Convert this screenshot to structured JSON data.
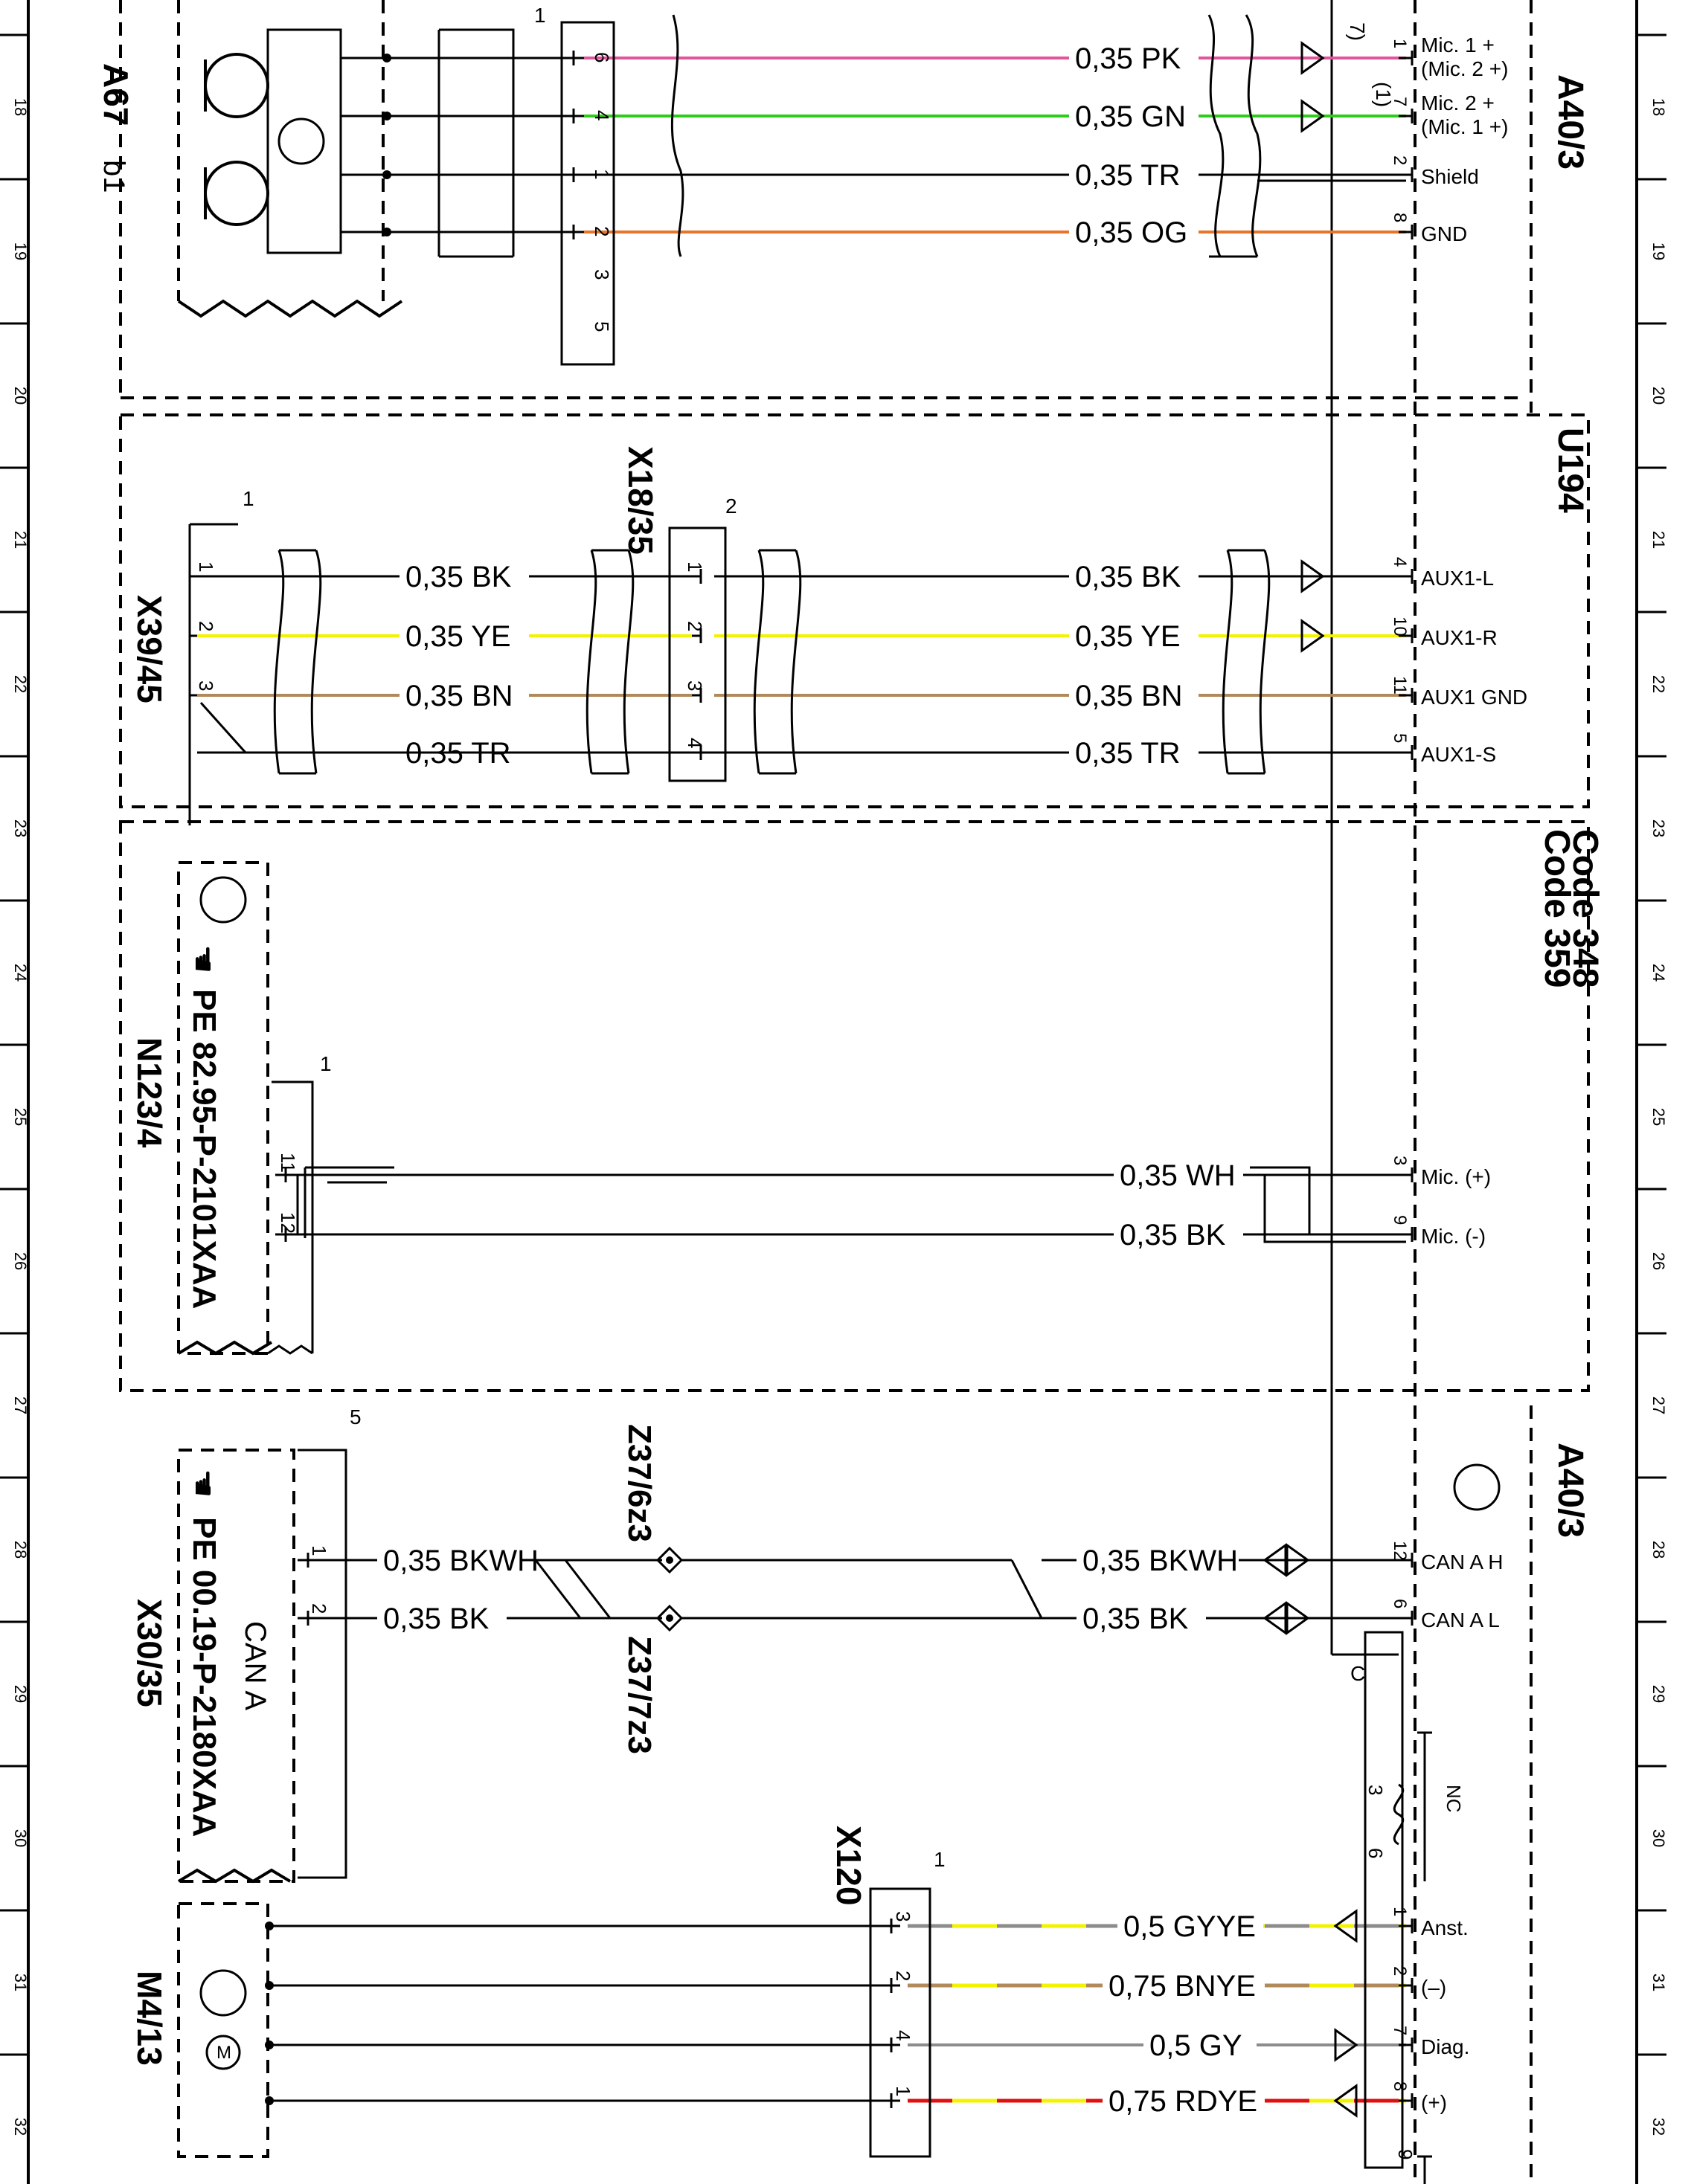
{
  "palette": {
    "ink": "#000000",
    "PK": "#e0559b",
    "GN": "#2ecc1a",
    "TR": "#000000",
    "OG": "#e8742a",
    "BK": "#000000",
    "YE": "#f3f300",
    "BN": "#b08a5a",
    "WH": "#000000",
    "GY": "#8c8c8c",
    "RD": "#e01010"
  },
  "rulers": {
    "numbers": [
      "18",
      "19",
      "20",
      "21",
      "22",
      "23",
      "24",
      "25",
      "26",
      "27",
      "28",
      "29",
      "30",
      "31",
      "32"
    ]
  },
  "sections": [
    {
      "key": "s1",
      "labels": [
        "A40/3"
      ]
    },
    {
      "key": "s2",
      "labels": [
        "U194"
      ]
    },
    {
      "key": "s3",
      "labels": [
        "Code 348",
        "Code 359"
      ]
    },
    {
      "key": "s4",
      "labels": [
        "A40/3"
      ]
    }
  ],
  "components": {
    "a67": {
      "label": "A67",
      "sub": "b1"
    },
    "x39": {
      "label": "X39/45",
      "conn": "1",
      "pins": [
        "1",
        "2",
        "3"
      ]
    },
    "x18": {
      "label": "X18/35",
      "conn": "2",
      "pins": [
        "1",
        "2",
        "3",
        "4"
      ]
    },
    "x1conn": {
      "conn": "1",
      "pins": [
        "6",
        "4",
        "1",
        "2",
        "3",
        "5"
      ]
    },
    "n123": {
      "label": "N123/4",
      "ref": "PE 82.95-P-2101XAA",
      "conn": "1",
      "pins": [
        "11",
        "12"
      ]
    },
    "x30": {
      "label": "X30/35",
      "ref": "PE 00.19-P-2180XAA",
      "bus": "CAN A",
      "conn": "5",
      "pins": [
        "1",
        "2"
      ]
    },
    "z37a": {
      "label": "Z37/6z3"
    },
    "z37b": {
      "label": "Z37/7z3"
    },
    "x120": {
      "label": "X120",
      "conn": "1",
      "pins": [
        "3",
        "2",
        "4",
        "1"
      ]
    },
    "m4": {
      "label": "M4/13"
    },
    "connC": {
      "conn": "C",
      "pins": [
        "3",
        "6"
      ],
      "nc": "NC"
    },
    "right_marks": [
      "7)",
      "(1)"
    ]
  },
  "wires": [
    {
      "id": "w-pk",
      "label": "0,35 PK",
      "colors": [
        "PK"
      ],
      "pin": "1",
      "term": "Mic. 1 +",
      "term2": "(Mic. 2 +)"
    },
    {
      "id": "w-gn",
      "label": "0,35 GN",
      "colors": [
        "GN"
      ],
      "pin": "7",
      "term": "Mic. 2 +",
      "term2": "(Mic. 1 +)"
    },
    {
      "id": "w-tr1",
      "label": "0,35 TR",
      "colors": [
        "TR"
      ],
      "pin": "2",
      "term": "Shield"
    },
    {
      "id": "w-og",
      "label": "0,35 OG",
      "colors": [
        "OG"
      ],
      "pin": "8",
      "term": "GND"
    },
    {
      "id": "w-bk1a",
      "label": "0,35 BK",
      "colors": [
        "BK"
      ]
    },
    {
      "id": "w-ye1a",
      "label": "0,35 YE",
      "colors": [
        "YE"
      ]
    },
    {
      "id": "w-bn1a",
      "label": "0,35 BN",
      "colors": [
        "BN"
      ]
    },
    {
      "id": "w-tr2a",
      "label": "0,35 TR",
      "colors": [
        "TR"
      ]
    },
    {
      "id": "w-bk1b",
      "label": "0,35 BK",
      "colors": [
        "BK"
      ],
      "pin": "4",
      "term": "AUX1-L"
    },
    {
      "id": "w-ye1b",
      "label": "0,35 YE",
      "colors": [
        "YE"
      ],
      "pin": "10",
      "term": "AUX1-R"
    },
    {
      "id": "w-bn1b",
      "label": "0,35 BN",
      "colors": [
        "BN"
      ],
      "pin": "11",
      "term": "AUX1 GND"
    },
    {
      "id": "w-tr2b",
      "label": "0,35 TR",
      "colors": [
        "TR"
      ],
      "pin": "5",
      "term": "AUX1-S"
    },
    {
      "id": "w-wh",
      "label": "0,35 WH",
      "colors": [
        "WH"
      ],
      "pin": "3",
      "term": "Mic. (+)"
    },
    {
      "id": "w-bk2",
      "label": "0,35 BK",
      "colors": [
        "BK"
      ],
      "pin": "9",
      "term": "Mic. (-)"
    },
    {
      "id": "w-bkwh-a",
      "label": "0,35 BKWH",
      "colors": [
        "BK"
      ]
    },
    {
      "id": "w-bk3-a",
      "label": "0,35 BK",
      "colors": [
        "BK"
      ]
    },
    {
      "id": "w-bkwh-b",
      "label": "0,35 BKWH",
      "colors": [
        "BK"
      ],
      "pin": "12",
      "term": "CAN A H"
    },
    {
      "id": "w-bk3-b",
      "label": "0,35 BK",
      "colors": [
        "BK"
      ],
      "pin": "6",
      "term": "CAN A L"
    },
    {
      "id": "w-gyye",
      "label": "0,5 GYYE",
      "colors": [
        "GY",
        "YE"
      ],
      "pin": "1",
      "term": "Anst."
    },
    {
      "id": "w-bnye",
      "label": "0,75 BNYE",
      "colors": [
        "BN",
        "YE"
      ],
      "pin": "2",
      "term": "(–)"
    },
    {
      "id": "w-gy",
      "label": "0,5 GY",
      "colors": [
        "GY"
      ],
      "pin": "7",
      "term": "Diag."
    },
    {
      "id": "w-rdye",
      "label": "0,75 RDYE",
      "colors": [
        "RD",
        "YE"
      ],
      "pin": "8",
      "term": "(+)"
    }
  ],
  "extra_pins": [
    "9"
  ]
}
